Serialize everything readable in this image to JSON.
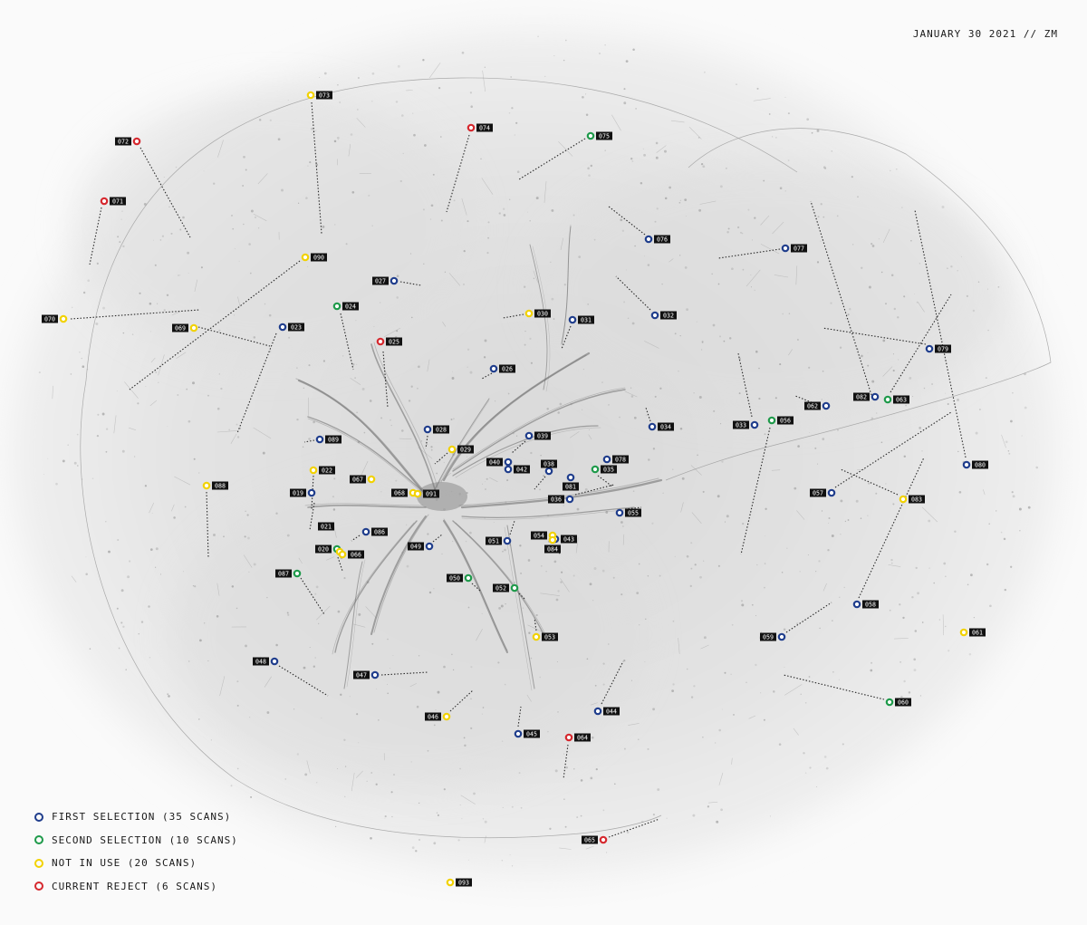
{
  "date_label": "JANUARY 30 2021 // ZM",
  "colors": {
    "first": "#1f3d8c",
    "second": "#1e9a4a",
    "unused": "#f2d200",
    "reject": "#d6282e",
    "label_bg": "#111111",
    "label_fg": "#ffffff"
  },
  "legend": [
    {
      "key": "first",
      "label": "FIRST SELECTION (35 SCANS)"
    },
    {
      "key": "second",
      "label": "SECOND SELECTION (10 SCANS)"
    },
    {
      "key": "unused",
      "label": "NOT IN USE (20 SCANS)"
    },
    {
      "key": "reject",
      "label": "CURRENT REJECT (6 SCANS)"
    }
  ],
  "markers": [
    {
      "id": "019",
      "cat": "first"
    },
    {
      "id": "020",
      "cat": "second"
    },
    {
      "id": "021",
      "cat": "unused"
    },
    {
      "id": "022",
      "cat": "unused"
    },
    {
      "id": "023",
      "cat": "first"
    },
    {
      "id": "024",
      "cat": "second"
    },
    {
      "id": "025",
      "cat": "reject"
    },
    {
      "id": "026",
      "cat": "first"
    },
    {
      "id": "027",
      "cat": "first"
    },
    {
      "id": "028",
      "cat": "first"
    },
    {
      "id": "029",
      "cat": "unused"
    },
    {
      "id": "030",
      "cat": "unused"
    },
    {
      "id": "031",
      "cat": "first"
    },
    {
      "id": "032",
      "cat": "first"
    },
    {
      "id": "033",
      "cat": "first"
    },
    {
      "id": "034",
      "cat": "first"
    },
    {
      "id": "035",
      "cat": "second"
    },
    {
      "id": "036",
      "cat": "first"
    },
    {
      "id": "038",
      "cat": "first"
    },
    {
      "id": "039",
      "cat": "first"
    },
    {
      "id": "040",
      "cat": "first"
    },
    {
      "id": "042",
      "cat": "first"
    },
    {
      "id": "043",
      "cat": "first"
    },
    {
      "id": "044",
      "cat": "first"
    },
    {
      "id": "045",
      "cat": "first"
    },
    {
      "id": "046",
      "cat": "unused"
    },
    {
      "id": "047",
      "cat": "first"
    },
    {
      "id": "048",
      "cat": "first"
    },
    {
      "id": "049",
      "cat": "first"
    },
    {
      "id": "050",
      "cat": "second"
    },
    {
      "id": "051",
      "cat": "first"
    },
    {
      "id": "052",
      "cat": "second"
    },
    {
      "id": "053",
      "cat": "unused"
    },
    {
      "id": "054",
      "cat": "unused"
    },
    {
      "id": "055",
      "cat": "first"
    },
    {
      "id": "056",
      "cat": "second"
    },
    {
      "id": "057",
      "cat": "first"
    },
    {
      "id": "058",
      "cat": "first"
    },
    {
      "id": "059",
      "cat": "first"
    },
    {
      "id": "060",
      "cat": "second"
    },
    {
      "id": "061",
      "cat": "unused"
    },
    {
      "id": "062",
      "cat": "first"
    },
    {
      "id": "063",
      "cat": "second"
    },
    {
      "id": "064",
      "cat": "reject"
    },
    {
      "id": "065",
      "cat": "reject"
    },
    {
      "id": "066",
      "cat": "unused"
    },
    {
      "id": "067",
      "cat": "unused"
    },
    {
      "id": "068",
      "cat": "unused"
    },
    {
      "id": "069",
      "cat": "unused"
    },
    {
      "id": "070",
      "cat": "unused"
    },
    {
      "id": "071",
      "cat": "reject"
    },
    {
      "id": "072",
      "cat": "reject"
    },
    {
      "id": "073",
      "cat": "unused"
    },
    {
      "id": "074",
      "cat": "reject"
    },
    {
      "id": "075",
      "cat": "second"
    },
    {
      "id": "076",
      "cat": "first"
    },
    {
      "id": "077",
      "cat": "first"
    },
    {
      "id": "078",
      "cat": "first"
    },
    {
      "id": "079",
      "cat": "first"
    },
    {
      "id": "080",
      "cat": "first"
    },
    {
      "id": "081",
      "cat": "first"
    },
    {
      "id": "082",
      "cat": "first"
    },
    {
      "id": "083",
      "cat": "unused"
    },
    {
      "id": "084",
      "cat": "unused"
    },
    {
      "id": "086",
      "cat": "first"
    },
    {
      "id": "087",
      "cat": "second"
    },
    {
      "id": "088",
      "cat": "unused"
    },
    {
      "id": "089",
      "cat": "first"
    },
    {
      "id": "090",
      "cat": "unused"
    },
    {
      "id": "091",
      "cat": "unused"
    },
    {
      "id": "093",
      "cat": "unused"
    }
  ]
}
